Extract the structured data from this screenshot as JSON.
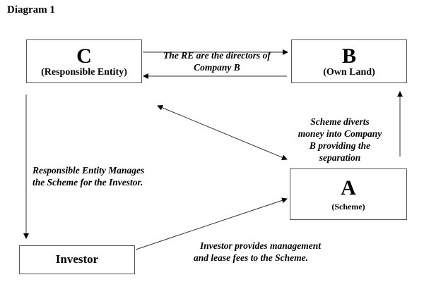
{
  "title": "Diagram 1",
  "nodes": {
    "c": {
      "letter": "C",
      "label": "(Responsible Entity)"
    },
    "b": {
      "letter": "B",
      "label": "(Own Land)"
    },
    "a": {
      "letter": "A",
      "label": "(Scheme)"
    },
    "investor": {
      "label": "Investor"
    }
  },
  "notes": {
    "re_directors": [
      "The RE are the directors of",
      "Company B"
    ],
    "scheme_diverts": [
      "Scheme diverts",
      "money into Company",
      "B providing the",
      "separation"
    ],
    "re_manages": [
      "Responsible Entity Manages",
      "the Scheme for the Investor."
    ],
    "investor_fees": [
      "Investor provides management",
      "and lease fees to the Scheme."
    ]
  }
}
